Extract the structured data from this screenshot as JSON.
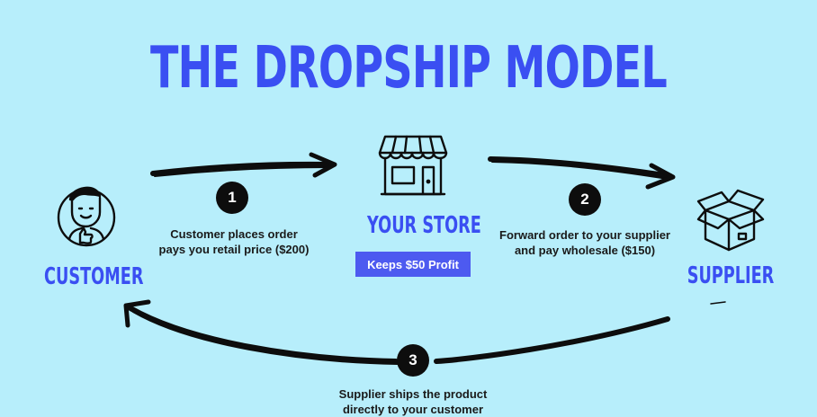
{
  "title": "THE DROPSHIP MODEL",
  "nodes": {
    "customer": {
      "label": "CUSTOMER",
      "icon": "customer-person-icon"
    },
    "store": {
      "label": "YOUR STORE",
      "icon": "storefront-icon",
      "badge": "Keeps $50 Profit"
    },
    "supplier": {
      "label": "SUPPLIER",
      "icon": "open-box-icon"
    }
  },
  "steps": [
    {
      "number": "1",
      "line1": "Customer places order",
      "line2": "pays you retail price ($200)"
    },
    {
      "number": "2",
      "line1": "Forward order to your supplier",
      "line2": "and pay wholesale ($150)"
    },
    {
      "number": "3",
      "line1": "Supplier ships the product",
      "line2": "directly to your customer"
    }
  ],
  "colors": {
    "background": "#b7eefb",
    "accent": "#3a4ff2",
    "badge": "#4d5af0",
    "ink": "#0d0d0d"
  }
}
